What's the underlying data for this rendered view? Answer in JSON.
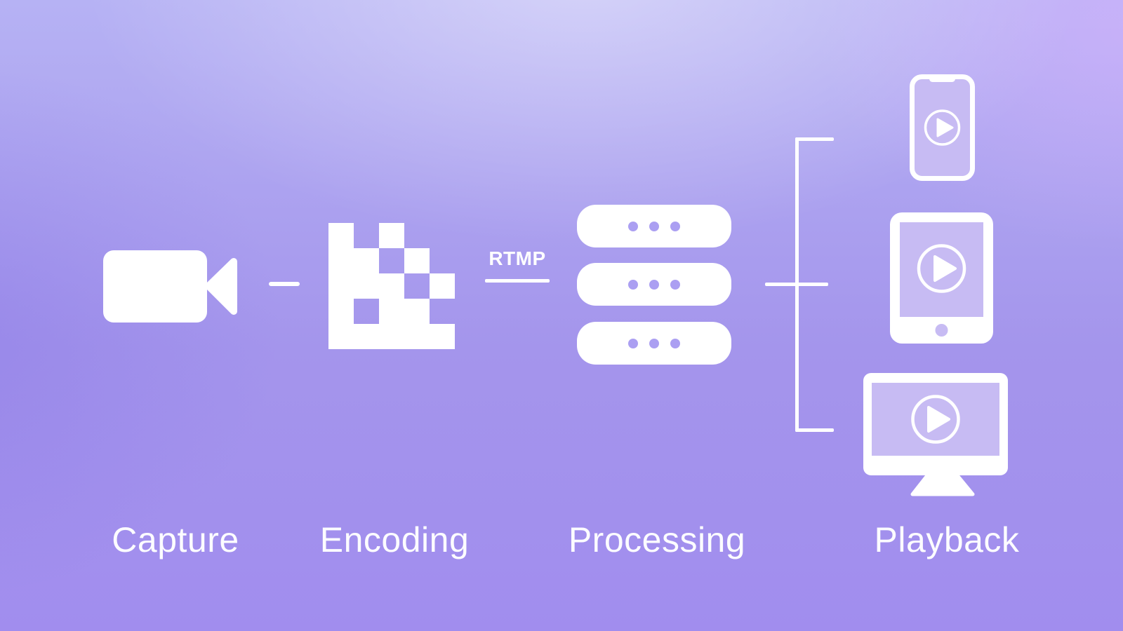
{
  "diagram": {
    "type": "flow",
    "stages": [
      {
        "id": "capture",
        "label": "Capture",
        "icon": "video-camera-icon"
      },
      {
        "id": "encoding",
        "label": "Encoding",
        "icon": "pixel-blocks-icon",
        "pixel_pattern": [
          "10100",
          "11010",
          "11101",
          "10110",
          "11111"
        ]
      },
      {
        "id": "processing",
        "label": "Processing",
        "icon": "server-stack-icon",
        "servers": 3,
        "dots_per_server": 3
      },
      {
        "id": "playback",
        "label": "Playback",
        "icon": "device-set-icon",
        "devices": [
          "smartphone",
          "tablet",
          "desktop-monitor"
        ],
        "overlay": "play-button-icon"
      }
    ],
    "connections": [
      {
        "from": "capture",
        "to": "encoding",
        "label": ""
      },
      {
        "from": "encoding",
        "to": "processing",
        "label": "RTMP"
      },
      {
        "from": "processing",
        "to": "playback",
        "label": ""
      }
    ],
    "colors": {
      "background_light": "#c2bef6",
      "background_deep": "#9d89ea",
      "icon_white": "#ffffff",
      "screen_tint": "#c7bbf3",
      "server_dot": "#ab9ff2"
    }
  }
}
